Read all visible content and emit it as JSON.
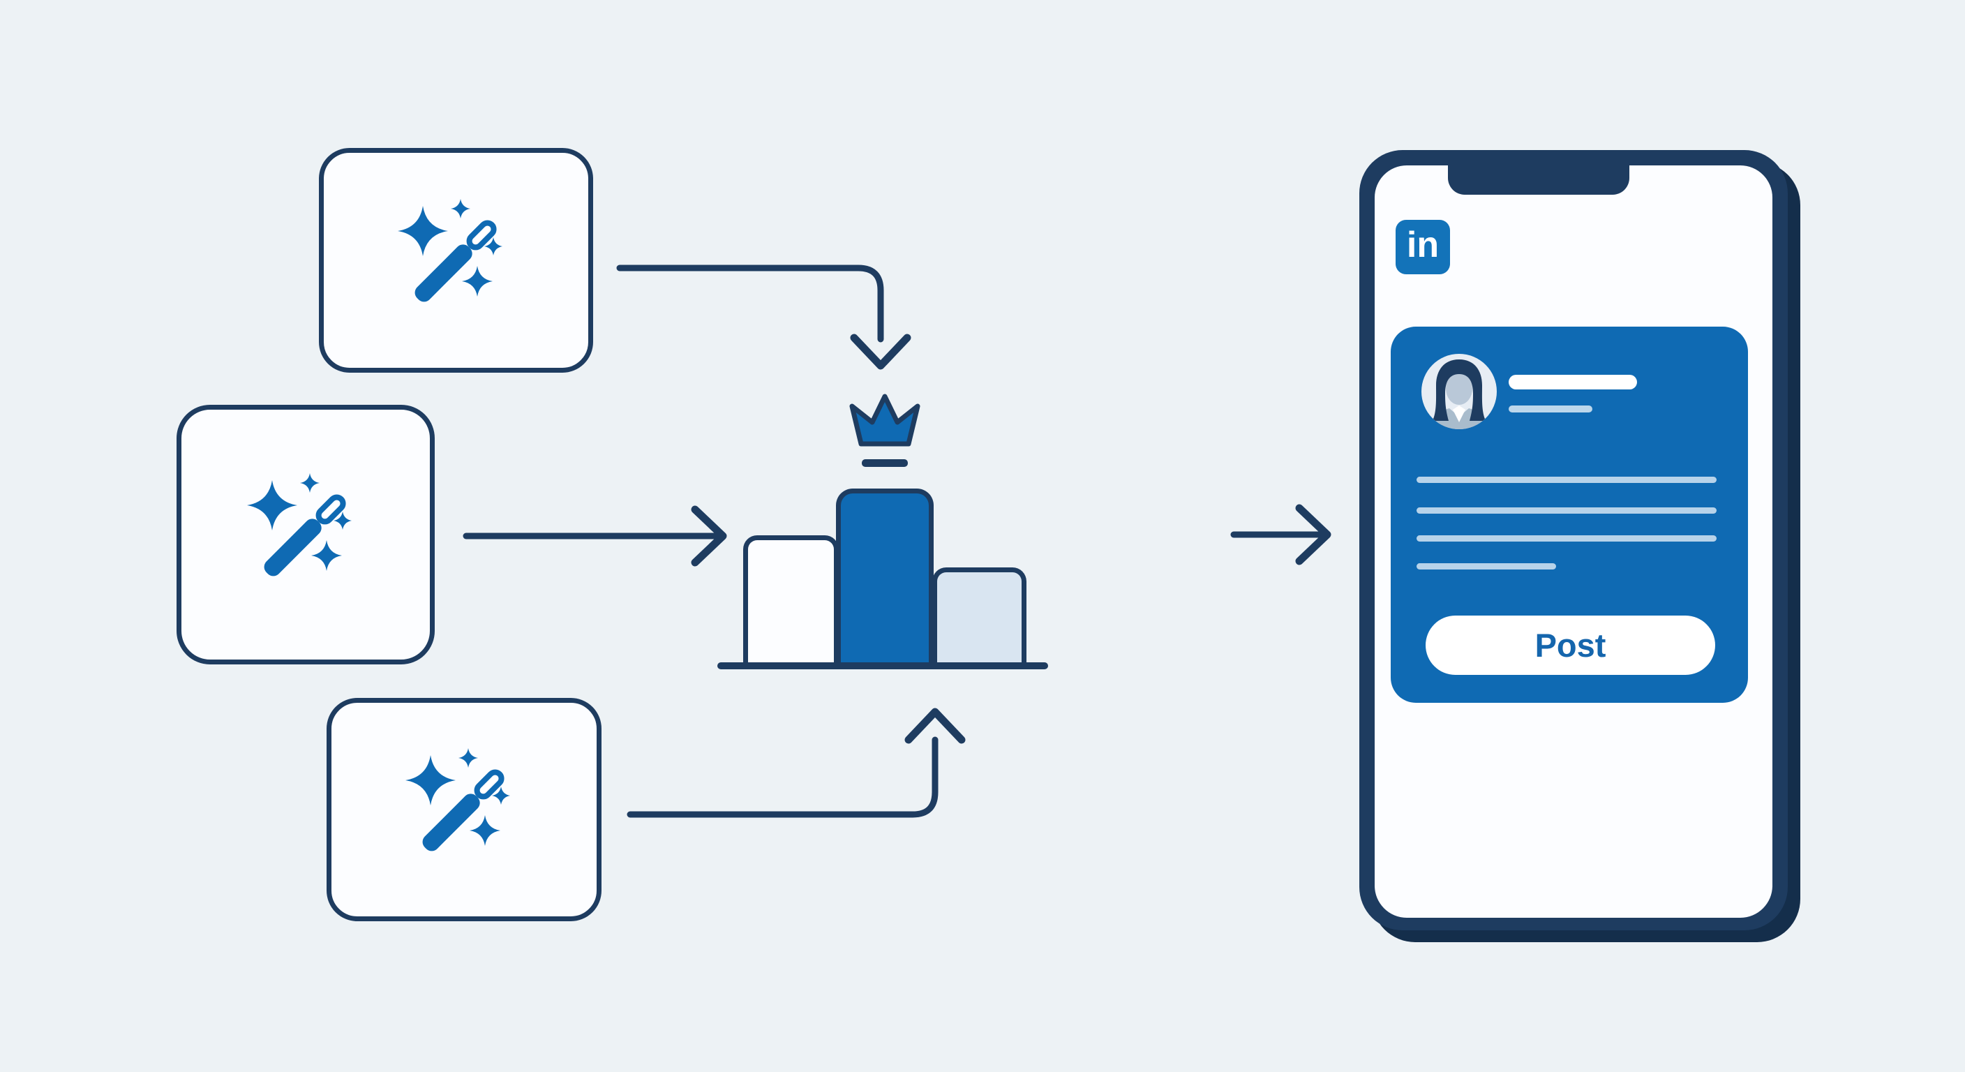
{
  "palette": {
    "background": "#edf2f5",
    "outline_navy": "#1e3c60",
    "shadow_navy": "#142e4b",
    "primary_blue": "#0f6ab3",
    "linkedin_blue": "#1373b9",
    "light_blue_fill": "#d9e5f1",
    "placeholder_line_blue": "#b7d3ea"
  },
  "sources": {
    "boxes": [
      {
        "icon": "magic-wand-icon"
      },
      {
        "icon": "magic-wand-icon"
      },
      {
        "icon": "magic-wand-icon"
      }
    ]
  },
  "podium": {
    "crown_icon": "crown-icon",
    "bars": [
      {
        "position": "left",
        "fill": "white"
      },
      {
        "position": "center",
        "fill": "blue"
      },
      {
        "position": "right",
        "fill": "light-blue"
      }
    ]
  },
  "phone": {
    "logo_text": "in",
    "post_card": {
      "avatar_icon": "woman-avatar-icon",
      "name_placeholder": "",
      "subtitle_placeholder": "",
      "body_placeholder_line_count": 4
    },
    "post_button_label": "Post"
  }
}
